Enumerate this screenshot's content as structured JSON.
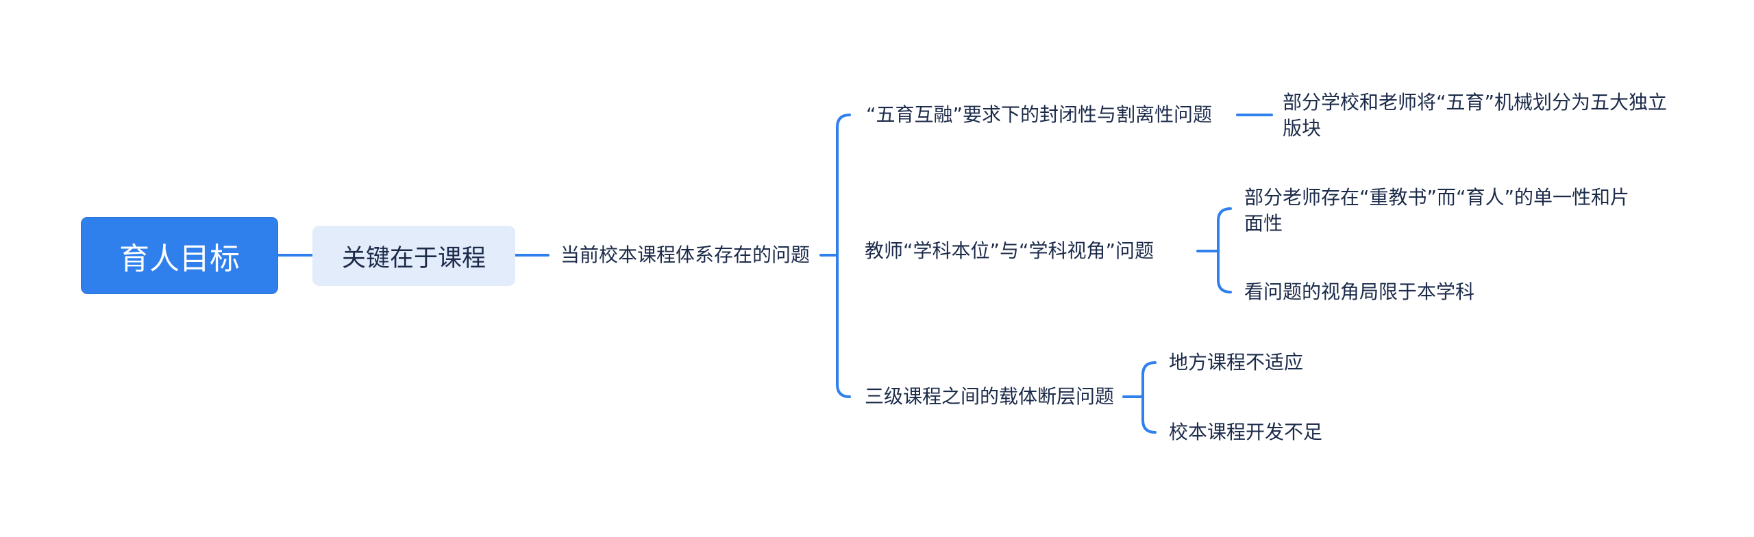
{
  "mindmap": {
    "root": "育人目标",
    "level1": "关键在于课程",
    "level2": "当前校本课程体系存在的问题",
    "branches": [
      {
        "label": "“五育互融”要求下的封闭性与割离性问题",
        "children": [
          "部分学校和老师将“五育”机械划分为五大独立版块"
        ]
      },
      {
        "label": "教师“学科本位”与“学科视角”问题",
        "children": [
          "部分老师存在“重教书”而“育人”的单一性和片面性",
          "看问题的视角局限于本学科"
        ]
      },
      {
        "label": "三级课程之间的载体断层问题",
        "children": [
          "地方课程不适应",
          "校本课程开发不足"
        ]
      }
    ]
  },
  "colors": {
    "accent": "#2f80ed",
    "level1_fill": "#e3ecfb",
    "text": "#1c2b4a"
  }
}
